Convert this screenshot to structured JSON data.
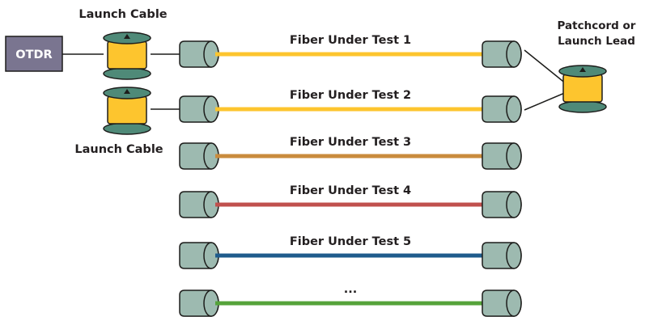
{
  "colors": {
    "connector_fill": "#9dbab0",
    "connector_stroke": "#1d1d1b",
    "spool_flange": "#4f8a78",
    "spool_fiber": "#fdc52e",
    "otdr_box": "#7a7590",
    "otdr_text": "#ffffff",
    "wire": "#1d1d1b"
  },
  "otdr": {
    "label": "OTDR"
  },
  "launch_cable_top": {
    "label": "Launch Cable"
  },
  "launch_cable_bottom": {
    "label": "Launch Cable"
  },
  "patchcord": {
    "line1": "Patchcord or",
    "line2": "Launch Lead"
  },
  "fibers": [
    {
      "label": "Fiber Under Test 1",
      "color": "#fdc52e"
    },
    {
      "label": "Fiber Under Test 2",
      "color": "#fdc52e"
    },
    {
      "label": "Fiber Under Test 3",
      "color": "#c98b3d"
    },
    {
      "label": "Fiber Under Test 4",
      "color": "#c0504d"
    },
    {
      "label": "Fiber Under Test 5",
      "color": "#1f5c8c"
    },
    {
      "label": "...",
      "color": "#55a33a"
    }
  ]
}
